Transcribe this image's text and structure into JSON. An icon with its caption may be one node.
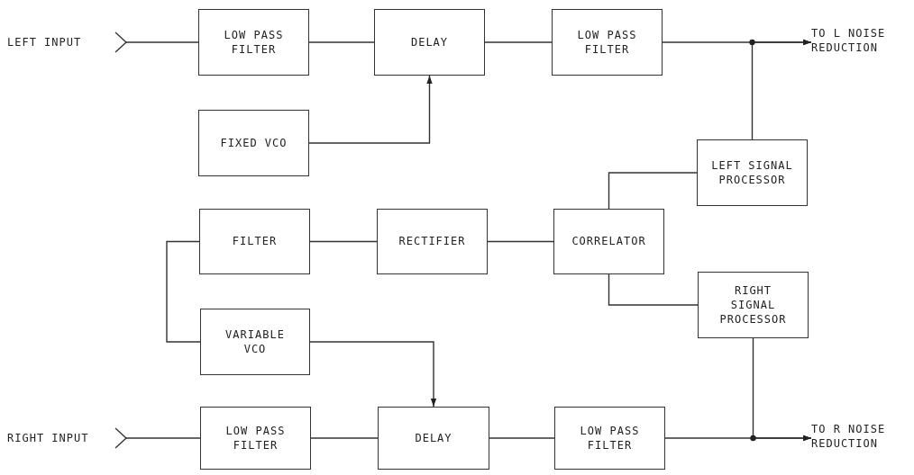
{
  "diagram": {
    "nodes": [
      {
        "text": [
          "LEFT INPUT"
        ]
      },
      {
        "text": [
          "LOW PASS FILTER"
        ]
      },
      {
        "text": [
          "DELAY"
        ]
      },
      {
        "text": [
          "LOW PASS FILTER"
        ]
      },
      {
        "text": [
          "TO L NOISE REDUCTION"
        ]
      },
      {
        "text": [
          "FIXED VCO"
        ]
      },
      {
        "text": [
          "LEFT SIGNAL PROCESSOR"
        ]
      },
      {
        "text": [
          "FILTER"
        ]
      },
      {
        "text": [
          "RECTIFIER"
        ]
      },
      {
        "text": [
          "CORRELATOR"
        ]
      },
      {
        "text": [
          "RIGHT SIGNAL PROCESSOR"
        ]
      },
      {
        "text": [
          "VARIABLE VCO"
        ]
      },
      {
        "text": [
          "RIGHT INPUT"
        ]
      },
      {
        "text": [
          "LOW PASS FILTER"
        ]
      },
      {
        "text": [
          "DELAY"
        ]
      },
      {
        "text": [
          "LOW PASS FILTER"
        ]
      },
      {
        "text": [
          "TO R NOISE REDUCTION"
        ]
      }
    ],
    "edges": [
      {
        "from": 0,
        "to": 1,
        "arrow": "other"
      },
      {
        "from": 1,
        "to": 2,
        "arrow": "none"
      },
      {
        "from": 2,
        "to": 3,
        "arrow": "none"
      },
      {
        "from": 3,
        "to": 4,
        "arrow": "to"
      },
      {
        "from": 5,
        "to": 2,
        "arrow": "to"
      },
      {
        "from": 6,
        "to": 4,
        "arrow": "to"
      },
      {
        "from": 9,
        "to": 6,
        "arrow": "none"
      },
      {
        "from": 7,
        "to": 8,
        "arrow": "none"
      },
      {
        "from": 8,
        "to": 9,
        "arrow": "none"
      },
      {
        "from": 9,
        "to": 10,
        "arrow": "none"
      },
      {
        "from": 7,
        "to": 11,
        "arrow": "none"
      },
      {
        "from": 11,
        "to": 14,
        "arrow": "to"
      },
      {
        "from": 12,
        "to": 13,
        "arrow": "other"
      },
      {
        "from": 13,
        "to": 14,
        "arrow": "none"
      },
      {
        "from": 14,
        "to": 15,
        "arrow": "none"
      },
      {
        "from": 15,
        "to": 16,
        "arrow": "to"
      },
      {
        "from": 10,
        "to": 16,
        "arrow": "to"
      }
    ]
  }
}
